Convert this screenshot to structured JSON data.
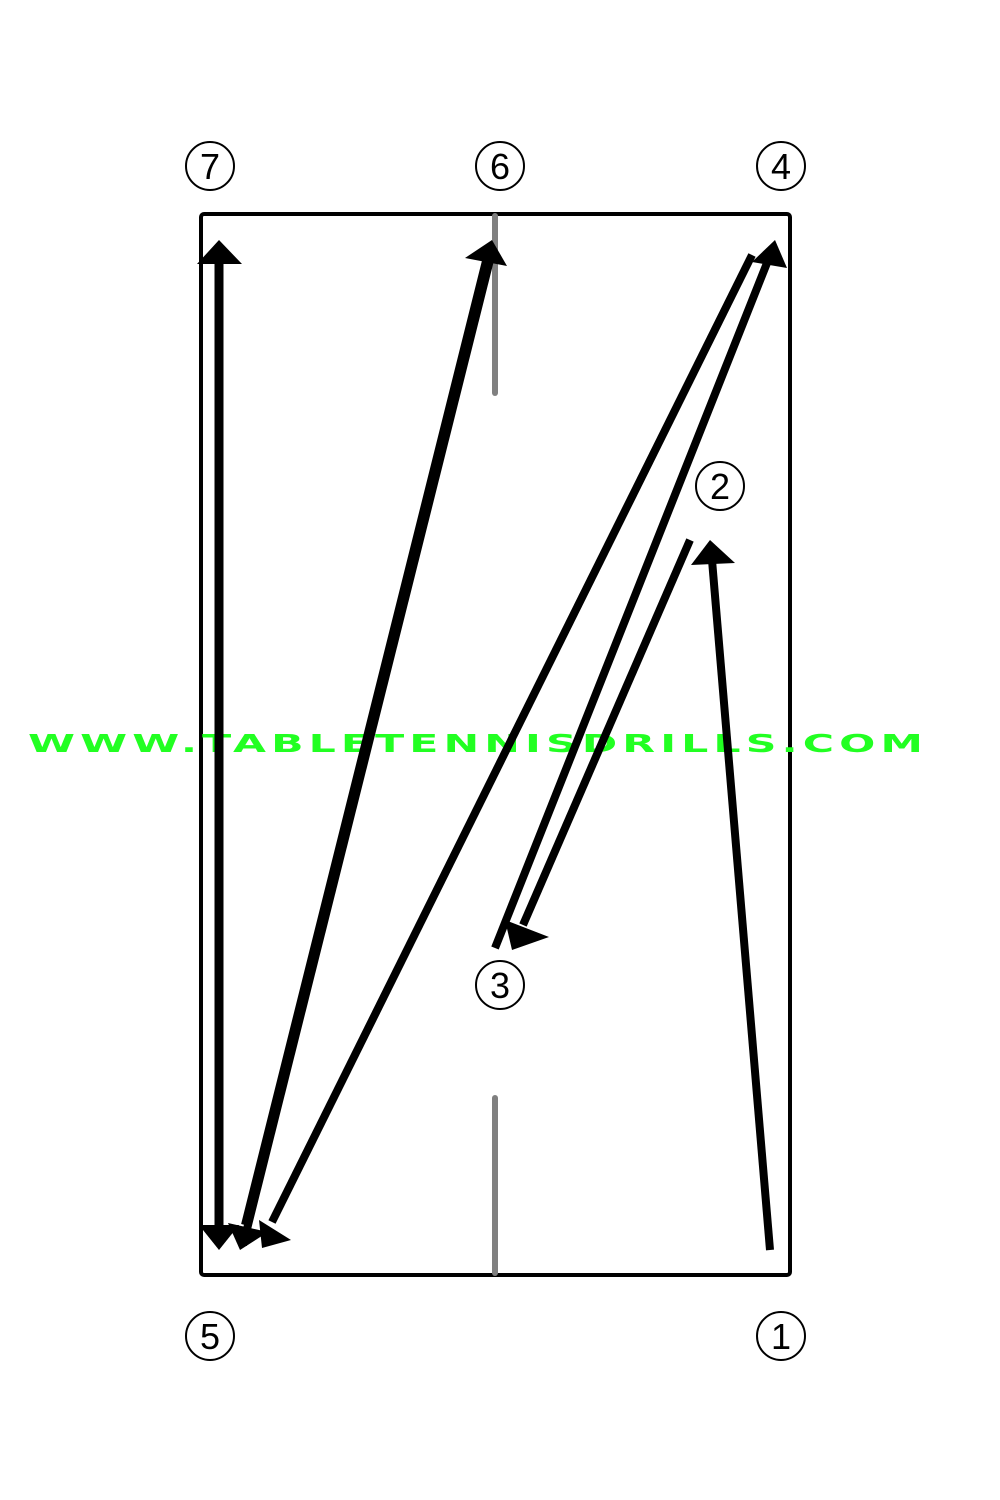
{
  "markers": [
    "1",
    "2",
    "3",
    "4",
    "5",
    "6",
    "7"
  ],
  "watermark": "WWW.TABLETENNISDRILLS.COM",
  "colors": {
    "table_border": "#000000",
    "arrow": "#000000",
    "center_line": "#808080",
    "watermark": "#22ff22"
  }
}
